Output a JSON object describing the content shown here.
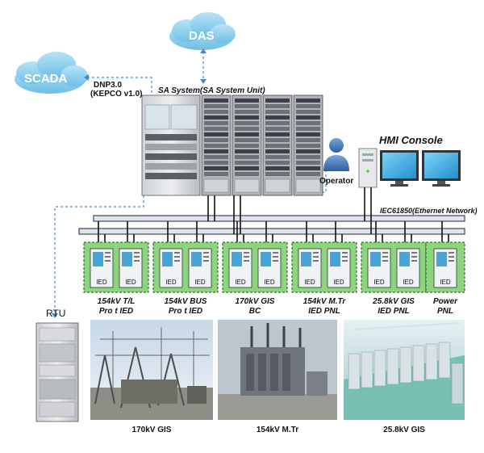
{
  "nodes": {
    "das": "DAS",
    "scada": "SCADA",
    "sa_system": "SA System(SA System Unit)",
    "hmi": "HMI Console",
    "operator": "Operator",
    "rtu": "RTU"
  },
  "links": {
    "dnp_line1": "DNP3.0",
    "dnp_line2": "(KEPCO v1.0)",
    "network": "IEC61850(Ethernet Network)"
  },
  "ied_label": "IED",
  "panels": [
    {
      "line1": "154kV T/L",
      "line2": "Pro t IED",
      "ieds": 2
    },
    {
      "line1": "154kV BUS",
      "line2": "Pro t IED",
      "ieds": 2
    },
    {
      "line1": "170kV GIS",
      "line2": "BC",
      "ieds": 2
    },
    {
      "line1": "154kV M.Tr",
      "line2": "IED PNL",
      "ieds": 2
    },
    {
      "line1": "25.8kV GIS",
      "line2": "IED PNL",
      "ieds": 2
    },
    {
      "line1": "Power",
      "line2": "PNL",
      "ieds": 1
    }
  ],
  "photos": [
    {
      "caption": "170kV GIS"
    },
    {
      "caption": "154kV M.Tr"
    },
    {
      "caption": "25.8kV GIS"
    }
  ],
  "colors": {
    "cloud": "#8fd0ef",
    "panel_bg": "#8cd47e",
    "network_bar": "#dfe5ef",
    "link_dash": "#4a86c8"
  }
}
